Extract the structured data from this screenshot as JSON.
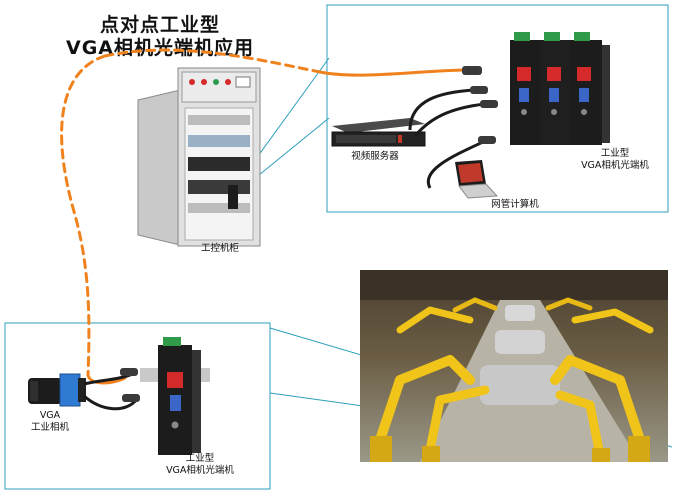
{
  "title": {
    "line1": "点对点工业型",
    "line2": "VGA相机光端机应用"
  },
  "labels": {
    "cabinet": "工控机柜",
    "server": "视频服务器",
    "laptop": "网管计算机",
    "remote_device_line1": "工业型",
    "remote_device_line2": "VGA相机光端机",
    "camera_line1": "VGA",
    "camera_line2": "工业相机",
    "local_device_line1": "工业型",
    "local_device_line2": "VGA相机光端机"
  },
  "colors": {
    "fiber": "#f0821e",
    "box_border": "#2e9fbd",
    "device_body": "#1c1c1c",
    "device_terminal": "#2e9a4a",
    "device_button": "#d42a2a",
    "vga_port": "#3a66c8",
    "cabinet": "#d6d6d6",
    "robot_yellow": "#f0c419"
  },
  "icons": {
    "cabinet": "industrial-control-cabinet",
    "server": "rack-server",
    "laptop": "laptop",
    "camera": "industrial-camera",
    "converter": "fiber-media-converter",
    "factory": "robot-assembly-line-photo"
  }
}
